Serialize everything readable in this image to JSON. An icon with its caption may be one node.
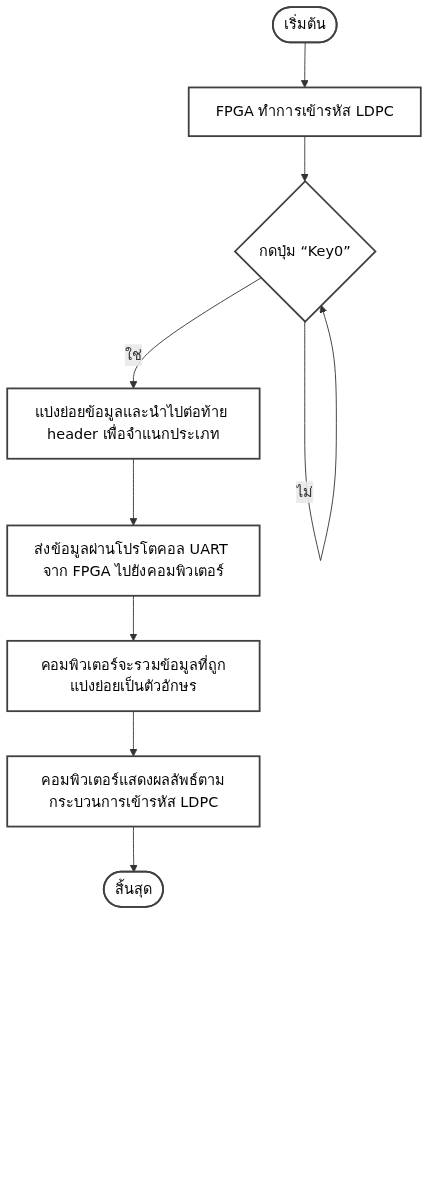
{
  "diagram": {
    "nodes": [
      {
        "text": [
          "เริ่มต้น"
        ]
      },
      {
        "text": [
          "FPGA ทำการเข้ารหัส LDPC"
        ]
      },
      {
        "text": [
          "กดปุ่ม “Key0”"
        ]
      },
      {
        "text": [
          "แบ่งย่อยข้อมูลและนำไปต่อท้าย header เพื่อจำแนกประเภท"
        ]
      },
      {
        "text": [
          "ส่งข้อมูลผ่านโปรโตคอล UART จาก FPGA ไปยังคอมพิวเตอร์"
        ]
      },
      {
        "text": [
          "คอมพิวเตอร์จะรวมข้อมูลที่ถูกแบ่งย่อยเป็นตัวอักษร"
        ]
      },
      {
        "text": [
          "คอมพิวเตอร์แสดงผลลัพธ์ตามกระบวนการเข้ารหัส LDPC"
        ]
      },
      {
        "text": [
          "สิ้นสุด"
        ]
      }
    ],
    "edges": [
      {
        "from": 0,
        "to": 1,
        "arrow": "to"
      },
      {
        "from": 1,
        "to": 2,
        "arrow": "to"
      },
      {
        "from": 2,
        "to": 2,
        "arrow": "to",
        "label": "ไม่"
      },
      {
        "from": 2,
        "to": 3,
        "arrow": "to",
        "label": "ใช่"
      },
      {
        "from": 3,
        "to": 4,
        "arrow": "to"
      },
      {
        "from": 4,
        "to": 5,
        "arrow": "to"
      },
      {
        "from": 5,
        "to": 6,
        "arrow": "to"
      },
      {
        "from": 6,
        "to": 7,
        "arrow": "to"
      }
    ]
  }
}
